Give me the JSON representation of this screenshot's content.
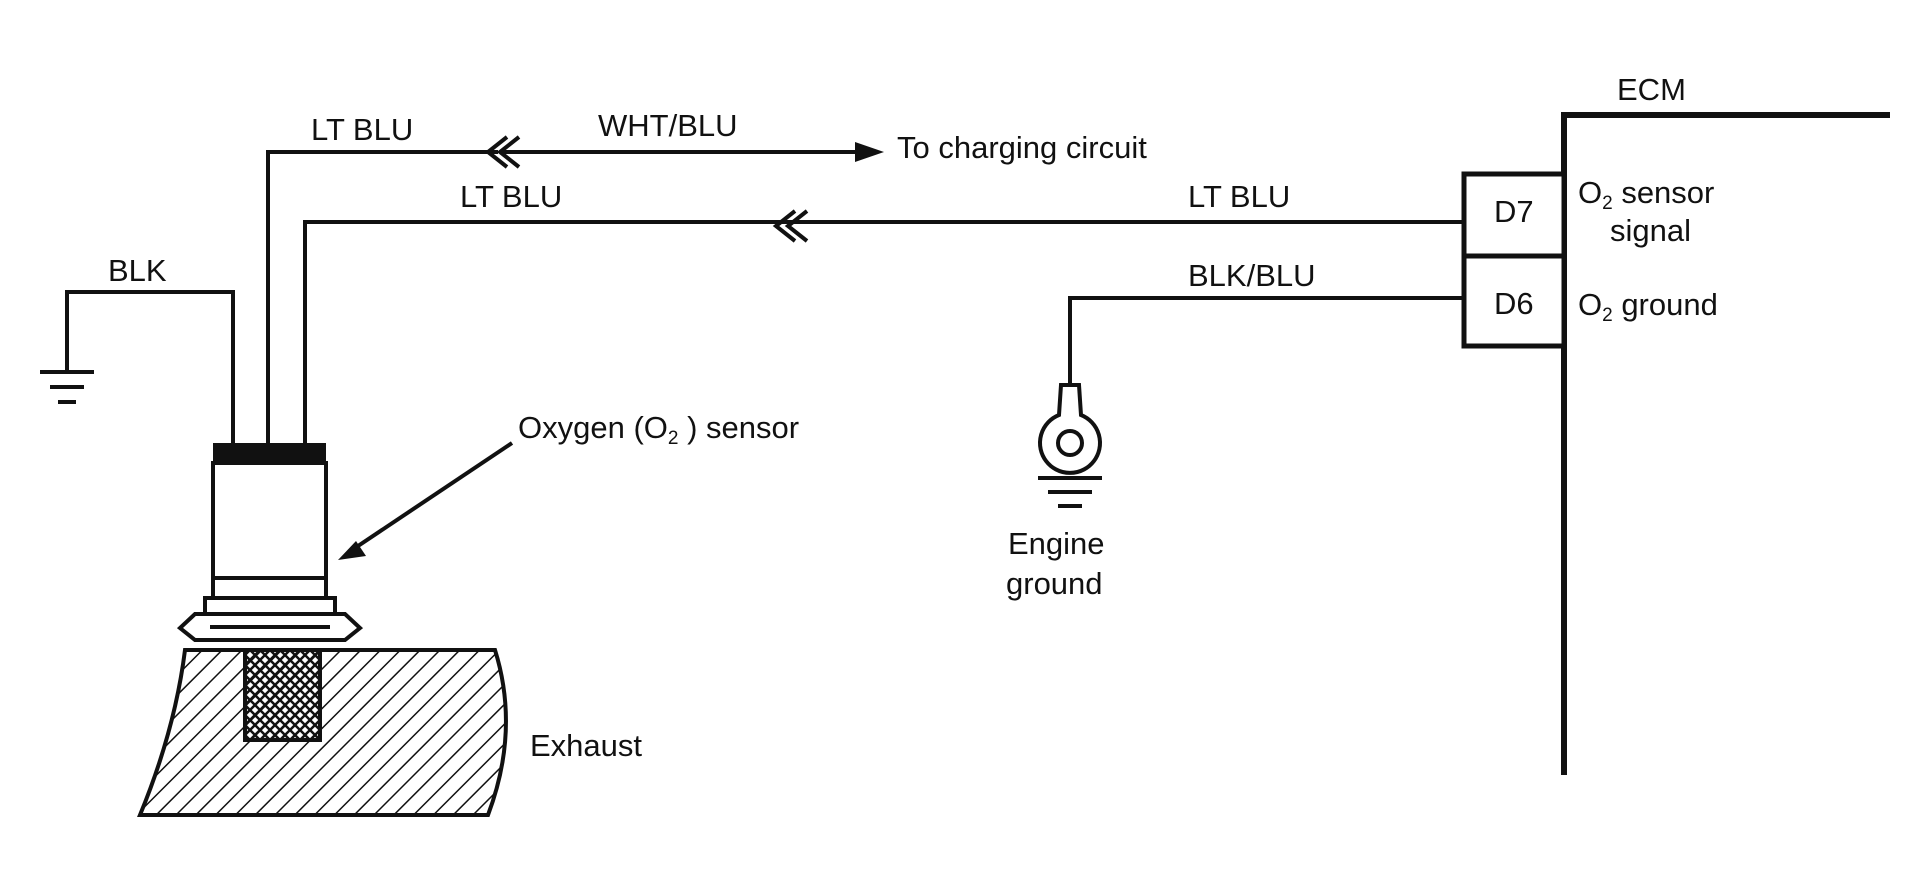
{
  "labels": {
    "ecm": "ECM",
    "blk": "BLK",
    "lt_blu_top": "LT BLU",
    "wht_blu": "WHT/BLU",
    "to_charging": "To charging circuit",
    "lt_blu_left": "LT BLU",
    "lt_blu_right": "LT BLU",
    "blk_blu": "BLK/BLU",
    "d7": "D7",
    "d6": "D6",
    "o2_signal_o": "O",
    "o2_signal_sub": "2",
    "o2_signal_rest": " sensor",
    "o2_signal_line2": "signal",
    "o2_ground_o": "O",
    "o2_ground_sub": "2",
    "o2_ground_rest": " ground",
    "sensor_pre": "Oxygen (O",
    "sensor_sub": "2",
    "sensor_post": " ) sensor",
    "engine_ground_1": "Engine",
    "engine_ground_2": "ground",
    "exhaust": "Exhaust"
  },
  "colors": {
    "ink": "#111111",
    "background": "#ffffff"
  }
}
